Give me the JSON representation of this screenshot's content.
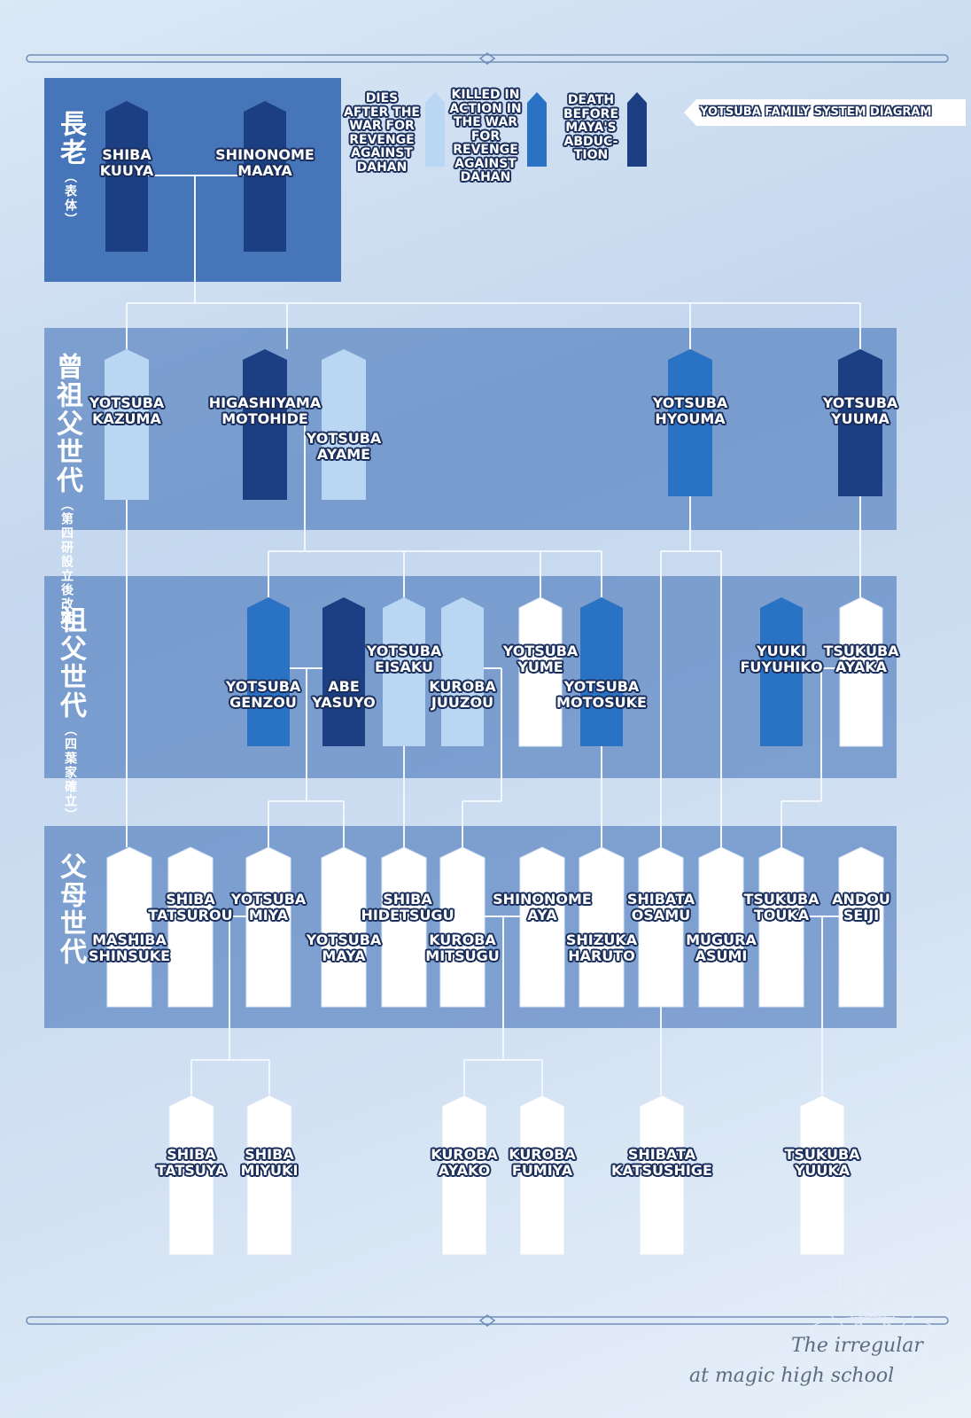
{
  "title": "YOTSUBA FAMILY SYSTEM DIAGRAM",
  "watermark": {
    "line1": "The irregular",
    "line2": "at magic high school"
  },
  "colors": {
    "deep": "#1b3f82",
    "medium": "#2a72c4",
    "light": "#b9d6f2",
    "living": "#ffffff",
    "band": "#3b6bb4",
    "line": "#f2f7ff"
  },
  "generations": [
    {
      "id": "elders",
      "label": "長老",
      "sub": "（表体）"
    },
    {
      "id": "great-grandparents",
      "label": "曾祖父世代",
      "sub": "（第四研設立後改姓）"
    },
    {
      "id": "grandparents",
      "label": "祖父世代",
      "sub": "（四葉家確立）"
    },
    {
      "id": "parents",
      "label": "父母世代",
      "sub": ""
    }
  ],
  "legend": [
    {
      "status": "light",
      "text": "DIES\nAFTER THE\nWAR FOR\nREVENGE\nAGAINST\nDAHAN"
    },
    {
      "status": "medium",
      "text": "KILLED IN\nACTION IN\nTHE WAR\nFOR\nREVENGE\nAGAINST\nDAHAN"
    },
    {
      "status": "deep",
      "text": "DEATH\nBEFORE\nMAYA'S\nABDUC-\nTION"
    }
  ],
  "people": [
    {
      "id": "kuuya",
      "name": "SHIBA\nKUUYA",
      "status": "deep"
    },
    {
      "id": "maaya",
      "name": "SHINONOME\nMAAYA",
      "status": "deep"
    },
    {
      "id": "kazuma",
      "name": "YOTSUBA\nKAZUMA",
      "status": "light"
    },
    {
      "id": "motohide",
      "name": "HIGASHIYAMA\nMOTOHIDE",
      "status": "deep"
    },
    {
      "id": "ayame",
      "name": "YOTSUBA\nAYAME",
      "status": "light"
    },
    {
      "id": "hyouma",
      "name": "YOTSUBA\nHYOUMA",
      "status": "medium"
    },
    {
      "id": "yuuma",
      "name": "YOTSUBA\nYUUMA",
      "status": "deep"
    },
    {
      "id": "genzou",
      "name": "YOTSUBA\nGENZOU",
      "status": "medium"
    },
    {
      "id": "yasuyo",
      "name": "ABE\nYASUYO",
      "status": "deep"
    },
    {
      "id": "eisaku",
      "name": "YOTSUBA\nEISAKU",
      "status": "light"
    },
    {
      "id": "juuzou",
      "name": "KUROBA\nJUUZOU",
      "status": "light"
    },
    {
      "id": "yume",
      "name": "YOTSUBA\nYUME",
      "status": "living"
    },
    {
      "id": "motosuke",
      "name": "YOTSUBA\nMOTOSUKE",
      "status": "medium"
    },
    {
      "id": "fuyuhiko",
      "name": "YUUKI\nFUYUHIKO",
      "status": "medium"
    },
    {
      "id": "ayaka",
      "name": "TSUKUBA\nAYAKA",
      "status": "living"
    },
    {
      "id": "shinsuke",
      "name": "MASHIBA\nSHINSUKE",
      "status": "living"
    },
    {
      "id": "tatsurou",
      "name": "SHIBA\nTATSUROU",
      "status": "living"
    },
    {
      "id": "miya",
      "name": "YOTSUBA\nMIYA",
      "status": "living"
    },
    {
      "id": "maya",
      "name": "YOTSUBA\nMAYA",
      "status": "living"
    },
    {
      "id": "hidetsugu",
      "name": "SHIBA\nHIDETSUGU",
      "status": "living"
    },
    {
      "id": "mitsugu",
      "name": "KUROBA\nMITSUGU",
      "status": "living"
    },
    {
      "id": "aya",
      "name": "SHINONOME\nAYA",
      "status": "living"
    },
    {
      "id": "haruto",
      "name": "SHIZUKA\nHARUTO",
      "status": "living"
    },
    {
      "id": "osamu",
      "name": "SHIBATA\nOSAMU",
      "status": "living"
    },
    {
      "id": "asumi",
      "name": "MUGURA\nASUMI",
      "status": "living"
    },
    {
      "id": "touka",
      "name": "TSUKUBA\nTOUKA",
      "status": "living"
    },
    {
      "id": "seiji",
      "name": "ANDOU\nSEIJI",
      "status": "living"
    },
    {
      "id": "tatsuya",
      "name": "SHIBA\nTATSUYA",
      "status": "living"
    },
    {
      "id": "miyuki",
      "name": "SHIBA\nMIYUKI",
      "status": "living"
    },
    {
      "id": "ayako",
      "name": "KUROBA\nAYAKO",
      "status": "living"
    },
    {
      "id": "fumiya",
      "name": "KUROBA\nFUMIYA",
      "status": "living"
    },
    {
      "id": "katsushige",
      "name": "SHIBATA\nKATSUSHIGE",
      "status": "living"
    },
    {
      "id": "yuuka",
      "name": "TSUKUBA\nYUUKA",
      "status": "living"
    }
  ]
}
